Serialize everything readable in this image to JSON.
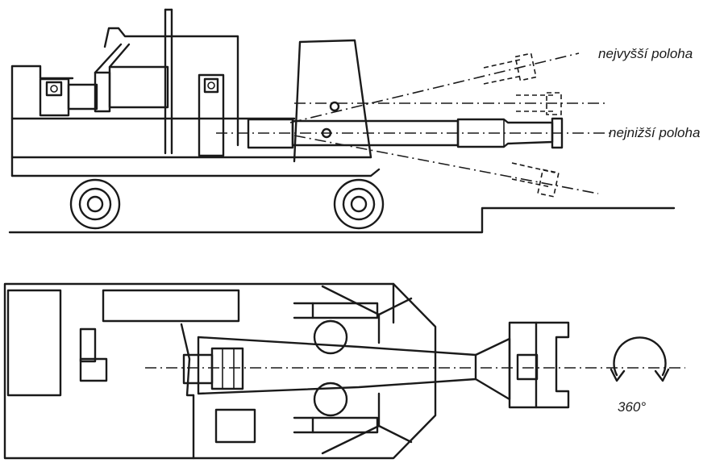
{
  "labels": {
    "highest_position": "nejvyšší poloha",
    "lowest_position": "nejnižší poloha",
    "rotation": "360°"
  }
}
